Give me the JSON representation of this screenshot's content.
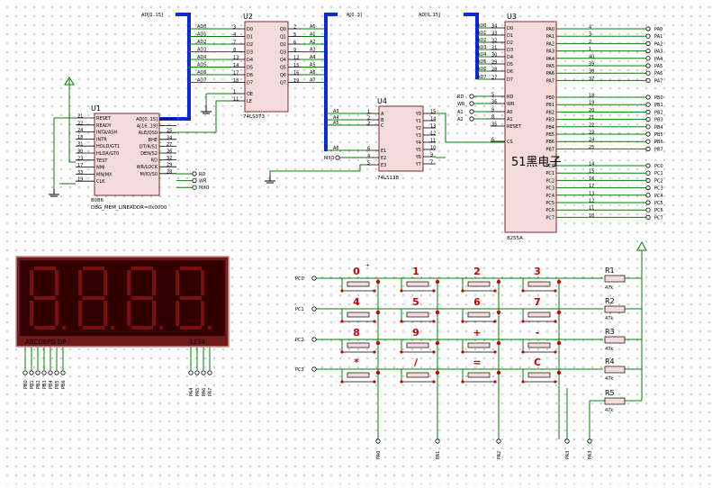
{
  "colors": {
    "chip_fill": "#f5dcdc",
    "chip_stroke": "#7a2b2b",
    "wire": "#008000",
    "bus": "#0d2bd6",
    "text": "#000000",
    "led_bg": "#330000",
    "led_frame": "#cc8888",
    "watermark": "#1ea0e8"
  },
  "watermark": "51黑电子",
  "buses": {
    "u1": "AD[0..15]",
    "u2": "A[0..3]",
    "u3": "AD[0..15]"
  },
  "u1": {
    "ref": "U1",
    "part": "8086",
    "sub": "DBG_MEM_LINEADDR=0x0000",
    "left_pins": [
      {
        "name": "RESET",
        "num": "21"
      },
      {
        "name": "READY",
        "num": "22"
      },
      {
        "name": "INTA/ASH",
        "num": "24"
      },
      {
        "name": "INTR",
        "num": "18"
      },
      {
        "name": "HOLD/GT1",
        "num": "31"
      },
      {
        "name": "HLDA/GT0",
        "num": "30"
      },
      {
        "name": "TEST",
        "num": "23"
      },
      {
        "name": "NMI",
        "num": "17"
      },
      {
        "name": "MN/MX",
        "num": "33"
      },
      {
        "name": "CLK",
        "num": "19"
      }
    ],
    "right_pins": [
      {
        "name": "AD[0..15]",
        "num": ""
      },
      {
        "name": "A[16..19]",
        "num": ""
      },
      {
        "name": "ALE/QS0",
        "num": "25"
      },
      {
        "name": "BHE",
        "num": "34"
      },
      {
        "name": "DT/R/S1",
        "num": "27"
      },
      {
        "name": "DEN/S2",
        "num": "26"
      },
      {
        "name": "RD",
        "num": "32"
      },
      {
        "name": "WR/LOCK",
        "num": "29"
      },
      {
        "name": "M/IO/S0",
        "num": "28"
      }
    ],
    "out_labels": [
      "RD",
      "WR",
      "M/IO"
    ]
  },
  "u2": {
    "ref": "U2",
    "part": "74LS373",
    "in_labels": [
      "AD0",
      "AD1",
      "AD2",
      "AD3",
      "AD4",
      "AD5",
      "AD6",
      "AD7"
    ],
    "in_pins": [
      {
        "name": "D0",
        "num": "3"
      },
      {
        "name": "D1",
        "num": "4"
      },
      {
        "name": "D2",
        "num": "7"
      },
      {
        "name": "D3",
        "num": "8"
      },
      {
        "name": "D4",
        "num": "13"
      },
      {
        "name": "D5",
        "num": "14"
      },
      {
        "name": "D6",
        "num": "17"
      },
      {
        "name": "D7",
        "num": "18"
      },
      {
        "name": "OE",
        "num": "1"
      },
      {
        "name": "LE",
        "num": "11"
      }
    ],
    "out_pins": [
      {
        "name": "Q0",
        "num": "2"
      },
      {
        "name": "Q1",
        "num": "5"
      },
      {
        "name": "Q2",
        "num": "6"
      },
      {
        "name": "Q3",
        "num": "9"
      },
      {
        "name": "Q4",
        "num": "12"
      },
      {
        "name": "Q5",
        "num": "15"
      },
      {
        "name": "Q6",
        "num": "16"
      },
      {
        "name": "Q7",
        "num": "19"
      }
    ],
    "out_labels": [
      "A0",
      "A1",
      "A2",
      "A3",
      "A4",
      "A5",
      "A6",
      "A7"
    ]
  },
  "u4": {
    "ref": "U4",
    "part": "74LS138",
    "in_labels": [
      "A3",
      "A4",
      "A5",
      "A6",
      "M/IO"
    ],
    "in_pins": [
      {
        "name": "A",
        "num": "1"
      },
      {
        "name": "B",
        "num": "2"
      },
      {
        "name": "C",
        "num": "3"
      },
      {
        "name": "E1",
        "num": "6"
      },
      {
        "name": "E2",
        "num": "4"
      },
      {
        "name": "E3",
        "num": "5"
      }
    ],
    "out_pins": [
      {
        "name": "Y0",
        "num": "15"
      },
      {
        "name": "Y1",
        "num": "14"
      },
      {
        "name": "Y2",
        "num": "13"
      },
      {
        "name": "Y3",
        "num": "12"
      },
      {
        "name": "Y4",
        "num": "11"
      },
      {
        "name": "Y5",
        "num": "10"
      },
      {
        "name": "Y6",
        "num": "9"
      },
      {
        "name": "Y7",
        "num": "7"
      }
    ]
  },
  "u3": {
    "ref": "U3",
    "part": "8255A",
    "in_labels": [
      "AD0",
      "AD1",
      "AD2",
      "AD3",
      "AD4",
      "AD5",
      "AD6",
      "AD7"
    ],
    "ctl_labels": [
      "RD",
      "WR",
      "A1",
      "A2"
    ],
    "left_pins": [
      {
        "name": "D0",
        "num": "34"
      },
      {
        "name": "D1",
        "num": "33"
      },
      {
        "name": "D2",
        "num": "32"
      },
      {
        "name": "D3",
        "num": "31"
      },
      {
        "name": "D4",
        "num": "30"
      },
      {
        "name": "D5",
        "num": "29"
      },
      {
        "name": "D6",
        "num": "28"
      },
      {
        "name": "D7",
        "num": "27"
      },
      {
        "name": "RD",
        "num": "5"
      },
      {
        "name": "WR",
        "num": "36"
      },
      {
        "name": "A0",
        "num": "9"
      },
      {
        "name": "A1",
        "num": "8"
      },
      {
        "name": "RESET",
        "num": "35"
      },
      {
        "name": "CS",
        "num": "6"
      }
    ],
    "pa": [
      {
        "name": "PA0",
        "num": "4"
      },
      {
        "name": "PA1",
        "num": "3"
      },
      {
        "name": "PA2",
        "num": "2"
      },
      {
        "name": "PA3",
        "num": "1"
      },
      {
        "name": "PA4",
        "num": "40"
      },
      {
        "name": "PA5",
        "num": "39"
      },
      {
        "name": "PA6",
        "num": "38"
      },
      {
        "name": "PA7",
        "num": "37"
      }
    ],
    "pb": [
      {
        "name": "PB0",
        "num": "18"
      },
      {
        "name": "PB1",
        "num": "19"
      },
      {
        "name": "PB2",
        "num": "20"
      },
      {
        "name": "PB3",
        "num": "21"
      },
      {
        "name": "PB4",
        "num": "22"
      },
      {
        "name": "PB5",
        "num": "23"
      },
      {
        "name": "PB6",
        "num": "24"
      },
      {
        "name": "PB7",
        "num": "25"
      }
    ],
    "pc": [
      {
        "name": "PC0",
        "num": "14"
      },
      {
        "name": "PC1",
        "num": "15"
      },
      {
        "name": "PC2",
        "num": "16"
      },
      {
        "name": "PC3",
        "num": "17"
      },
      {
        "name": "PC4",
        "num": "13"
      },
      {
        "name": "PC5",
        "num": "12"
      },
      {
        "name": "PC6",
        "num": "11"
      },
      {
        "name": "PC7",
        "num": "10"
      }
    ]
  },
  "display": {
    "segment_label": "ABCDEFG DP",
    "digit_label": "1234",
    "seg_terms": [
      "PB0",
      "PB1",
      "PB2",
      "PB3",
      "PB4",
      "PB5",
      "PB6"
    ],
    "dig_terms": [
      "PA4",
      "PA5",
      "PA6",
      "PA7"
    ]
  },
  "keypad": {
    "row_labels": [
      "PC0",
      "PC1",
      "PC2",
      "PC3"
    ],
    "keys": [
      "0",
      "1",
      "2",
      "3",
      "4",
      "5",
      "6",
      "7",
      "8",
      "9",
      "+",
      "-",
      "*",
      "/",
      "=",
      "C"
    ],
    "col_labels": [
      "PA0",
      "PA1",
      "PA2",
      "PA3",
      "PA3"
    ]
  },
  "resistors": [
    {
      "name": "R1",
      "value": "47k"
    },
    {
      "name": "R2",
      "value": "47k"
    },
    {
      "name": "R3",
      "value": "47k"
    },
    {
      "name": "R4",
      "value": "47k"
    },
    {
      "name": "R5",
      "value": "47k"
    }
  ]
}
